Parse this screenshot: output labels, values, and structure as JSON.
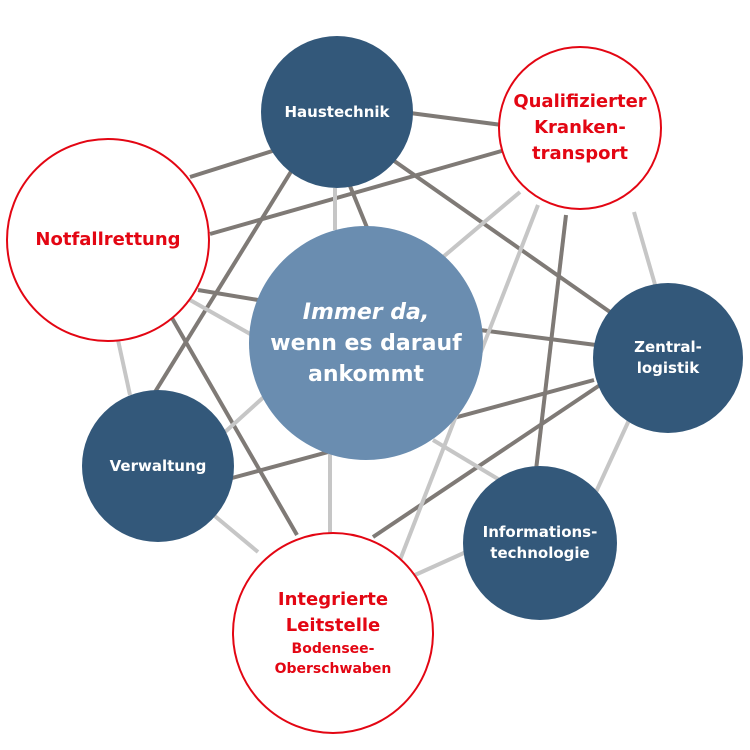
{
  "center": {
    "line1": "Immer da,",
    "line2": "wenn es darauf",
    "line3": "ankommt"
  },
  "nodes": {
    "haustechnik": {
      "label": "Haustechnik"
    },
    "krankentransport": {
      "line1": "Qualifizierter",
      "line2": "Kranken-",
      "line3": "transport"
    },
    "notfallrettung": {
      "label": "Notfallrettung"
    },
    "zentrallogistik": {
      "line1": "Zentral-",
      "line2": "logistik"
    },
    "verwaltung": {
      "label": "Verwaltung"
    },
    "informationstechnologie": {
      "line1": "Informations-",
      "line2": "technologie"
    },
    "leitstelle": {
      "line1": "Integrierte",
      "line2": "Leitstelle",
      "line3": "Bodensee-",
      "line4": "Oberschwaben"
    }
  },
  "colors": {
    "dark_node": "#33587a",
    "center_node": "#6a8db0",
    "accent_red": "#e30613",
    "dark_line": "#7f7a76",
    "light_line": "#c6c6c6"
  }
}
